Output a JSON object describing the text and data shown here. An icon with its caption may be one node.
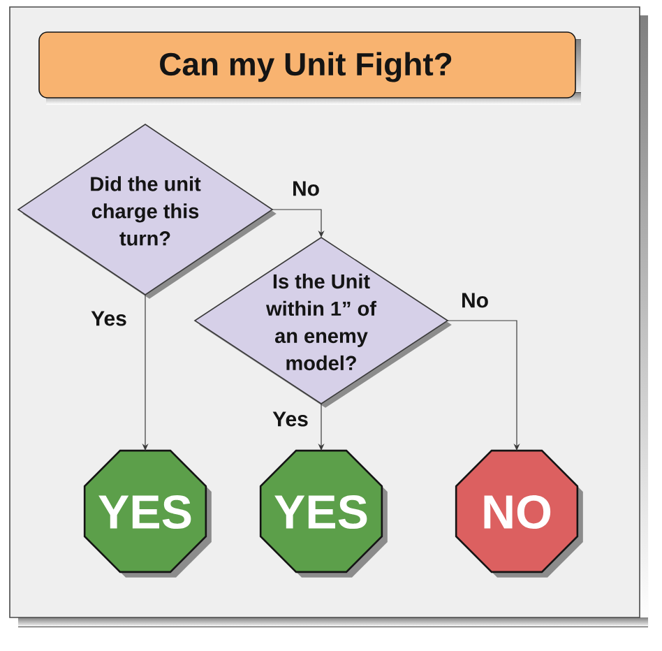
{
  "diagram": {
    "title": "Can my Unit Fight?",
    "nodes": [
      {
        "text": [
          "Did the unit charge this turn?"
        ]
      },
      {
        "text": [
          "Is the Unit within 1” of an enemy model?"
        ]
      },
      {
        "text": [
          "YES"
        ]
      },
      {
        "text": [
          "YES"
        ]
      },
      {
        "text": [
          "NO"
        ]
      }
    ],
    "edges": [
      {
        "from": 0,
        "to": 1,
        "arrow": "to",
        "label": "No"
      },
      {
        "from": 0,
        "to": 2,
        "arrow": "to",
        "label": "Yes"
      },
      {
        "from": 1,
        "to": 4,
        "arrow": "to",
        "label": "No"
      },
      {
        "from": 1,
        "to": 3,
        "arrow": "to",
        "label": "Yes"
      }
    ]
  }
}
